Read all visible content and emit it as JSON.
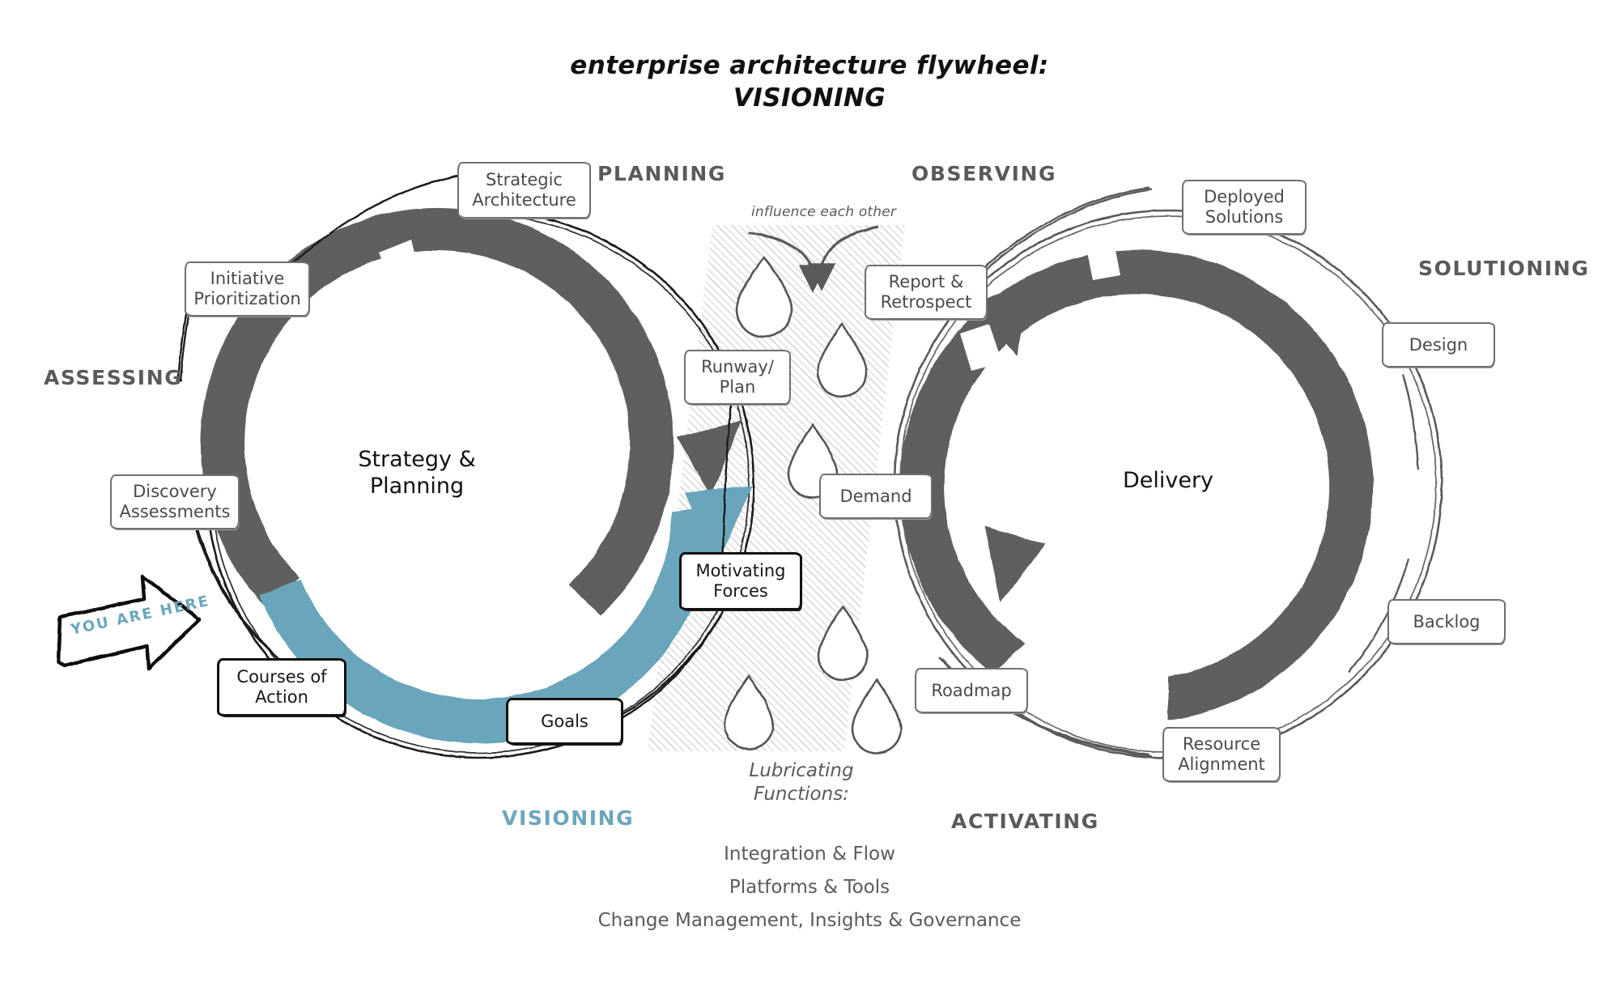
{
  "title": {
    "line1": "enterprise architecture flywheel:",
    "line2": "VISIONING"
  },
  "colors": {
    "teal": "#6ba6bb",
    "dark_gray": "#5f5f5f",
    "text_gray": "#5a5a5a",
    "black": "#111111",
    "hatch_gray": "#9e9e9e"
  },
  "left_wheel": {
    "center_label": "Strategy &\nPlanning",
    "center_label_line1": "Strategy &",
    "center_label_line2": "Planning",
    "phases": [
      {
        "label": "PLANNING",
        "highlighted": false
      },
      {
        "label": "ASSESSING",
        "highlighted": false
      },
      {
        "label": "VISIONING",
        "highlighted": true
      }
    ],
    "nodes": [
      {
        "label_line1": "Strategic",
        "label_line2": "Architecture",
        "highlighted": false
      },
      {
        "label_line1": "Initiative",
        "label_line2": "Prioritization",
        "highlighted": false
      },
      {
        "label_line1": "Discovery",
        "label_line2": "Assessments",
        "highlighted": false
      },
      {
        "label_line1": "Courses of",
        "label_line2": "Action",
        "highlighted": true
      },
      {
        "label_line1": "Goals",
        "label_line2": "",
        "highlighted": true
      },
      {
        "label_line1": "Motivating",
        "label_line2": "Forces",
        "highlighted": true
      },
      {
        "label_line1": "Runway/",
        "label_line2": "Plan",
        "highlighted": false
      }
    ]
  },
  "right_wheel": {
    "center_label": "Delivery",
    "phases": [
      {
        "label": "OBSERVING",
        "highlighted": false
      },
      {
        "label": "SOLUTIONING",
        "highlighted": false
      },
      {
        "label": "ACTIVATING",
        "highlighted": false
      }
    ],
    "nodes": [
      {
        "label_line1": "Deployed",
        "label_line2": "Solutions",
        "highlighted": false
      },
      {
        "label_line1": "Design",
        "label_line2": "",
        "highlighted": false
      },
      {
        "label_line1": "Backlog",
        "label_line2": "",
        "highlighted": false
      },
      {
        "label_line1": "Resource",
        "label_line2": "Alignment",
        "highlighted": false
      },
      {
        "label_line1": "Roadmap",
        "label_line2": "",
        "highlighted": false
      },
      {
        "label_line1": "Demand",
        "label_line2": "",
        "highlighted": false
      },
      {
        "label_line1": "Report &",
        "label_line2": "Retrospect",
        "highlighted": false
      }
    ]
  },
  "middle": {
    "influence_label": "influence each other",
    "lubricating_line1": "Lubricating",
    "lubricating_line2": "Functions:",
    "functions": [
      "Integration & Flow",
      "Platforms & Tools",
      "Change Management, Insights & Governance"
    ]
  },
  "annotation": {
    "you_are_here": "YOU ARE HERE"
  }
}
